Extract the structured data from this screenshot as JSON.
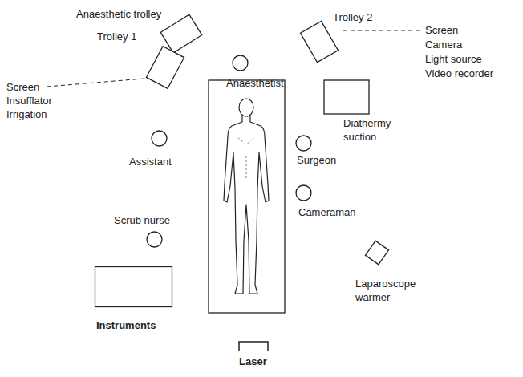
{
  "diagram": {
    "nodes": [
      {
        "text": [
          "Anaesthetic trolley"
        ]
      },
      {
        "text": [
          "Trolley 1"
        ]
      },
      {
        "text": [
          "Anaesthetist"
        ]
      },
      {
        "text": [
          "Trolley 2"
        ]
      },
      {
        "text": [
          "Diathermy suction"
        ]
      },
      {
        "text": [
          "Assistant"
        ]
      },
      {
        "text": [
          "Surgeon"
        ]
      },
      {
        "text": [
          "Cameraman"
        ]
      },
      {
        "text": [
          "Scrub nurse"
        ]
      },
      {
        "text": [
          "Instruments"
        ]
      },
      {
        "text": [
          "Laparoscope warmer"
        ]
      },
      {
        "text": [
          "Laser"
        ]
      }
    ],
    "labels": [
      "Screen",
      "Insufflator",
      "Irrigation",
      "Screen",
      "Camera",
      "Light source",
      "Video recorder"
    ]
  }
}
